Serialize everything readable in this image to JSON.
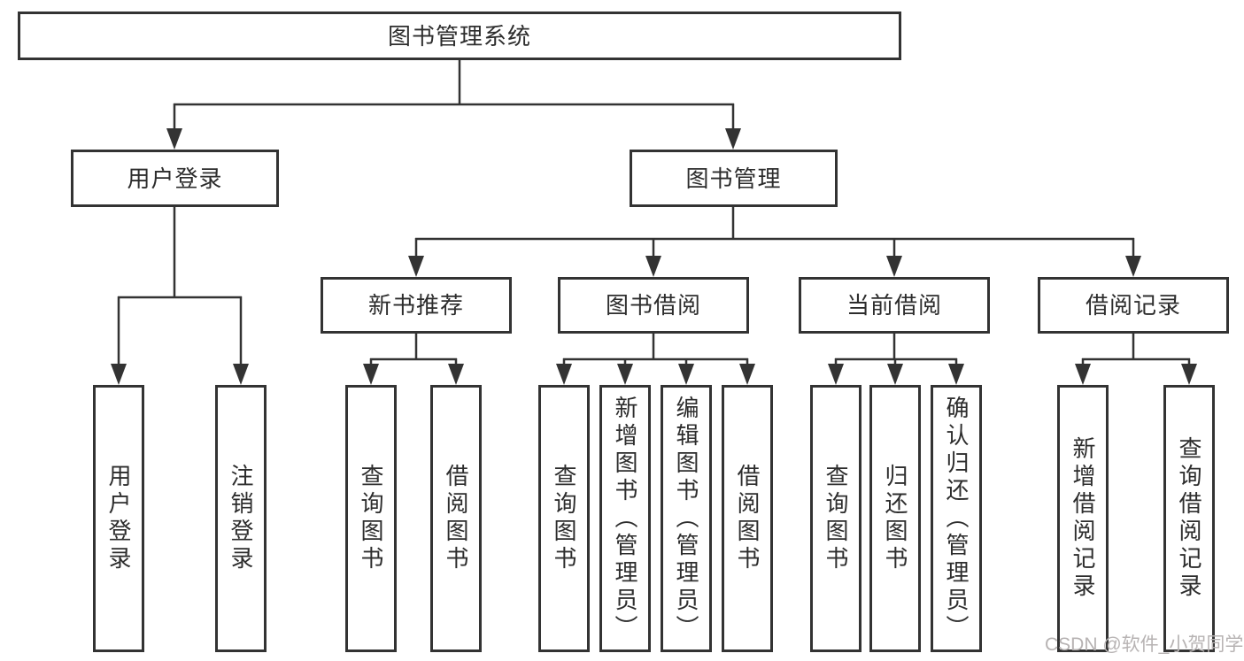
{
  "diagram": {
    "title": "图书管理系统",
    "nodes": {
      "root": "图书管理系统",
      "user_login": "用户登录",
      "book_mgmt": "图书管理",
      "new_book_rec": "新书推荐",
      "book_borrow": "图书借阅",
      "current_borrow": "当前借阅",
      "borrow_record": "借阅记录",
      "leaf_user_login": "用户登录",
      "leaf_logout": "注销登录",
      "leaf_query_book_a": "查询图书",
      "leaf_borrow_book_a": "借阅图书",
      "leaf_query_book_b": "查询图书",
      "leaf_add_book_admin": "新增图书（管理员）",
      "leaf_edit_book_admin": "编辑图书（管理员）",
      "leaf_borrow_book_b": "借阅图书",
      "leaf_query_book_c": "查询图书",
      "leaf_return_book": "归还图书",
      "leaf_confirm_return_admin": "确认归还（管理员）",
      "leaf_add_record": "新增借阅记录",
      "leaf_query_record": "查询借阅记录"
    },
    "hierarchy": {
      "图书管理系统": {
        "用户登录": [
          "用户登录",
          "注销登录"
        ],
        "图书管理": {
          "新书推荐": [
            "查询图书",
            "借阅图书"
          ],
          "图书借阅": [
            "查询图书",
            "新增图书（管理员）",
            "编辑图书（管理员）",
            "借阅图书"
          ],
          "当前借阅": [
            "查询图书",
            "归还图书",
            "确认归还（管理员）"
          ],
          "借阅记录": [
            "新增借阅记录",
            "查询借阅记录"
          ]
        }
      }
    },
    "colors": {
      "line": "#333333",
      "text": "#2d2d2d",
      "box_background": "#ffffff",
      "page_background": "#ffffff",
      "watermark": "#b7b3b3"
    }
  },
  "watermark": {
    "text": "CSDN @软件_小贺同学"
  }
}
